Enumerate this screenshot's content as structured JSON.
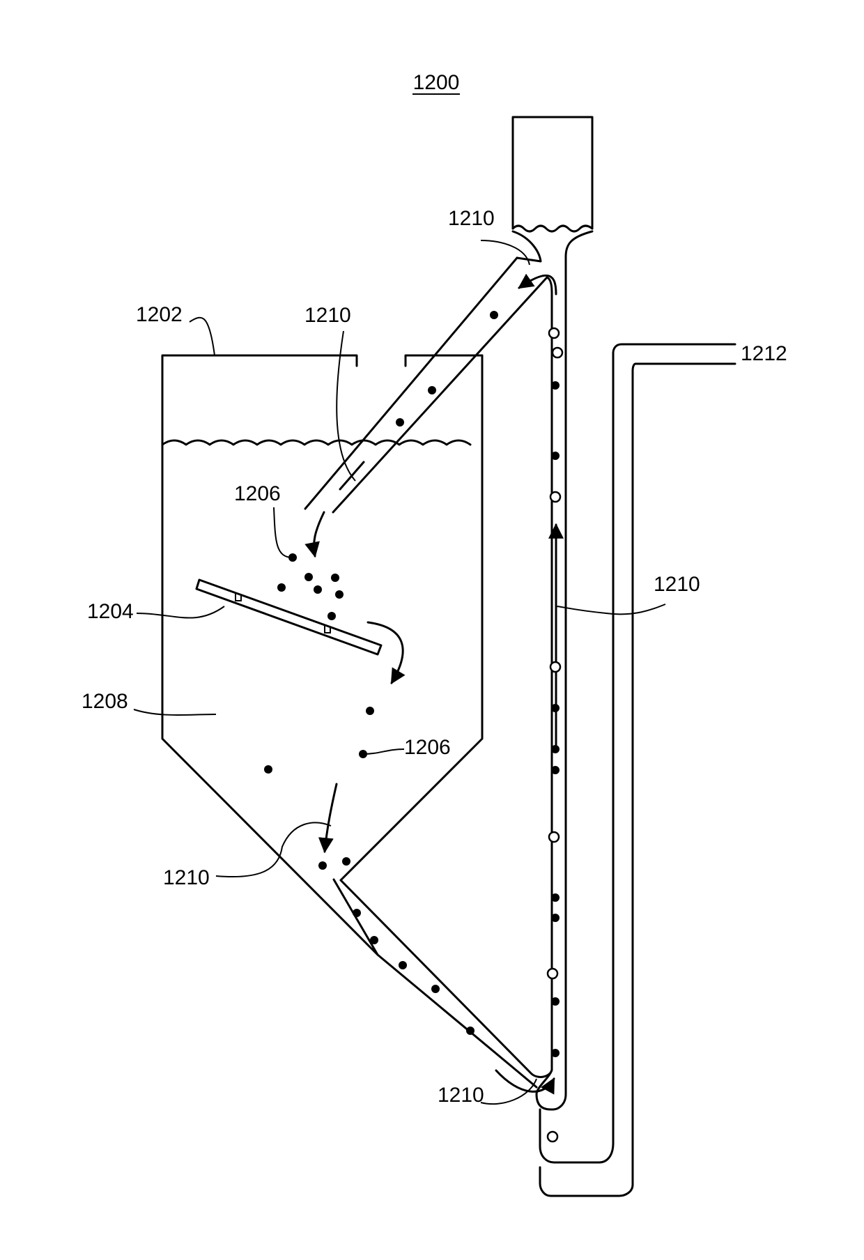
{
  "figure": {
    "number": "1200",
    "labels": {
      "tank": "1202",
      "baffle": "1204",
      "particle_upper": "1206",
      "particle_lower": "1206",
      "liquid": "1208",
      "flow_top": "1210",
      "flow_inlet": "1210",
      "flow_riser": "1210",
      "flow_outlet": "1210",
      "flow_bottom": "1210",
      "gas_line": "1212"
    }
  }
}
